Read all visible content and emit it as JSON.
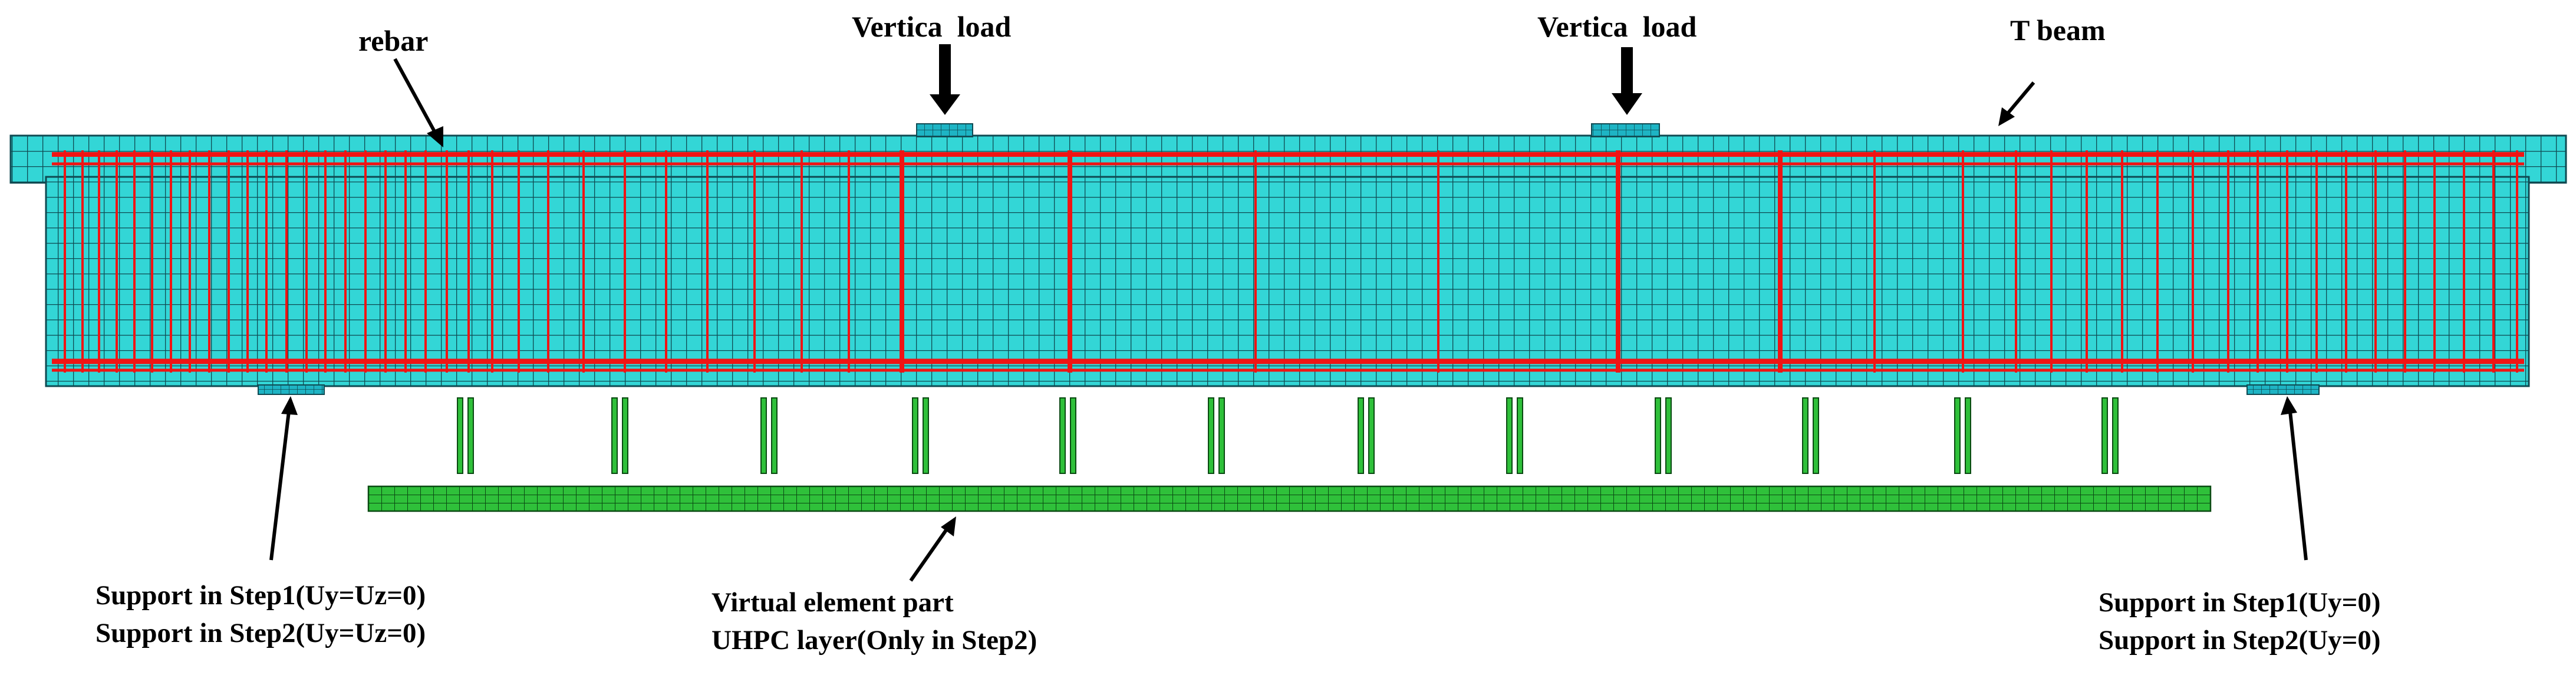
{
  "labels": {
    "rebar": "rebar",
    "load_left": "Vertica  load",
    "load_right": "Vertica  load",
    "t_beam": "T beam",
    "support_left_line1": "Support in Step1(Uy=Uz=0)",
    "support_left_line2": "Support in Step2(Uy=Uz=0)",
    "virtual_line1": "Virtual element part",
    "virtual_line2": "UHPC layer(Only in Step2)",
    "support_right_line1": "Support in Step1(Uy=0)",
    "support_right_line2": "Support in Step2(Uy=0)"
  },
  "colors": {
    "concrete_fill": "#33D6D6",
    "mesh_line": "#0F4A52",
    "rebar": "#F01414",
    "uhpc_fill": "#2FC03A",
    "uhpc_line": "#0A4A12",
    "arrow": "#000000",
    "support_fill": "#1EB4C4"
  },
  "icons": {
    "load_arrows": "down-arrow-icon",
    "pointer_arrows": "pointer-arrow-icon"
  }
}
